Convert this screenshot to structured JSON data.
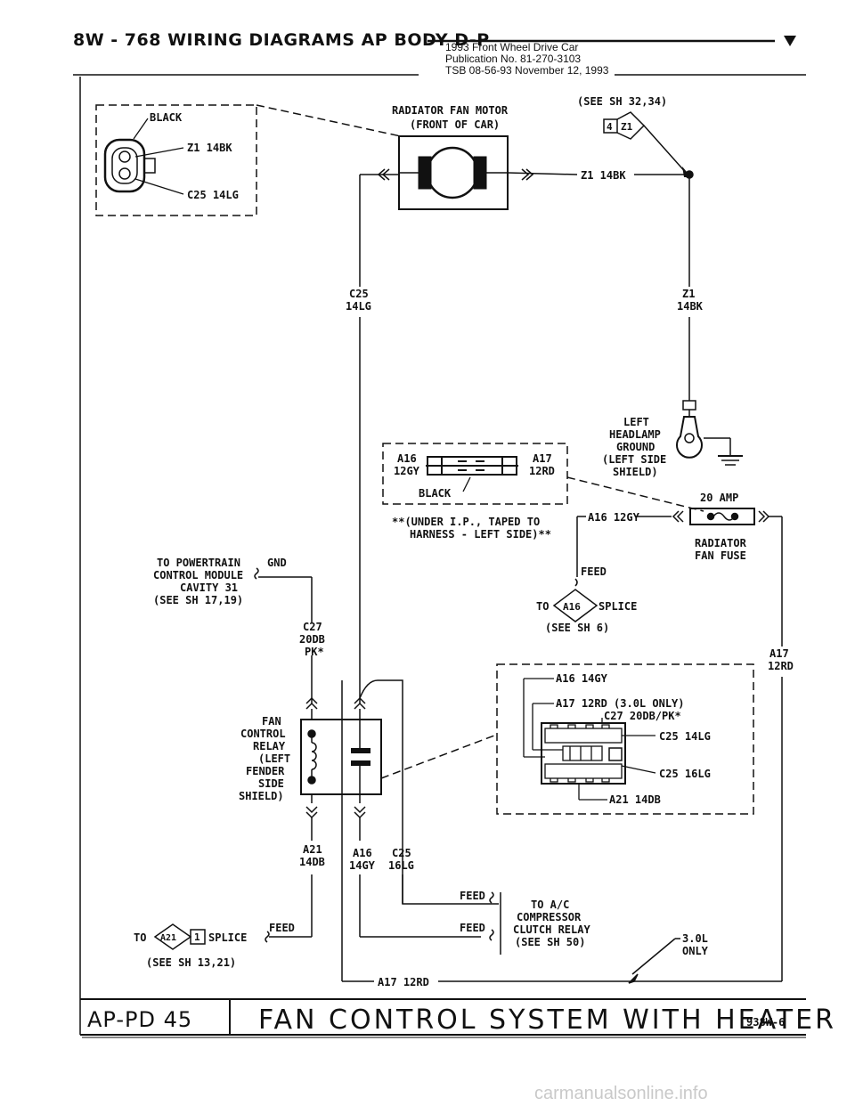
{
  "header": {
    "title": "8W - 768   WIRING DIAGRAMS AP BODY D-P",
    "pub_line1": "1993 Front Wheel Drive Car",
    "pub_line2": "Publication No. 81-270-3103",
    "pub_line3": "TSB 08-56-93      November 12, 1993"
  },
  "labels": {
    "black_conn": "BLACK",
    "conn_z1": "Z1 14BK",
    "conn_c25": "C25 14LG",
    "motor_l1": "RADIATOR FAN MOTOR",
    "motor_l2": "(FRONT OF CAR)",
    "see_sh_3234": "(SEE SH 32,34)",
    "z1_ref": "4",
    "z1_ref2": "Z1",
    "z1_wire": "Z1 14BK",
    "c25_l1": "C25",
    "c25_l2": "14LG",
    "z1_l1": "Z1",
    "z1_l2": "14BK",
    "gnd_l1": "LEFT",
    "gnd_l2": "HEADLAMP",
    "gnd_l3": "GROUND",
    "gnd_l4": "(LEFT SIDE",
    "gnd_l5": "SHIELD)",
    "a16_l1": "A16",
    "a16_l2": "12GY",
    "a17_l1": "A17",
    "a17_l2": "12RD",
    "black_conn2": "BLACK",
    "under_ip_l1": "**(UNDER I.P., TAPED TO",
    "under_ip_l2": "HARNESS - LEFT SIDE)**",
    "amp20": "20 AMP",
    "a16_12gy": "A16 12GY",
    "fuse_l1": "RADIATOR",
    "fuse_l2": "FAN FUSE",
    "feed": "FEED",
    "to": "TO",
    "a16_splice_ref": "A16",
    "splice": "SPLICE",
    "see_sh6": "(SEE SH 6)",
    "pcm_l1": "TO POWERTRAIN",
    "pcm_l2": "CONTROL MODULE",
    "pcm_l3": "CAVITY 31",
    "pcm_l4": "(SEE SH 17,19)",
    "gnd": "GND",
    "c27_l1": "C27",
    "c27_l2": "20DB",
    "c27_l3": "PK*",
    "a17_r_l1": "A17",
    "a17_r_l2": "12RD",
    "relay_l1": "FAN",
    "relay_l2": "CONTROL",
    "relay_l3": "RELAY",
    "relay_l4": "(LEFT",
    "relay_l5": "FENDER",
    "relay_l6": "SIDE",
    "relay_l7": "SHIELD)",
    "rc_a16": "A16 14GY",
    "rc_a17": "A17 12RD (3.0L ONLY)",
    "rc_c27": "C27 20DB/PK*",
    "rc_c25a": "C25 14LG",
    "rc_c25b": "C25 16LG",
    "rc_a21": "A21 14DB",
    "a21_l1": "A21",
    "a21_l2": "14DB",
    "a16b_l1": "A16",
    "a16b_l2": "14GY",
    "c25b_l1": "C25",
    "c25b_l2": "16LG",
    "feed2": "FEED",
    "feed3": "FEED",
    "ac_l1": "TO A/C",
    "ac_l2": "COMPRESSOR",
    "ac_l3": "CLUTCH RELAY",
    "ac_l4": "(SEE SH 50)",
    "to2": "TO",
    "a21_ref": "A21",
    "a21_ref2": "1",
    "splice2": "SPLICE",
    "feed4": "FEED",
    "see_sh1321": "(SEE SH 13,21)",
    "l30_1": "3.0L",
    "l30_2": "ONLY",
    "a17_bottom": "A17 12RD"
  },
  "footer": {
    "code": "AP-PD 45",
    "title": "FAN CONTROL SYSTEM WITH HEATER",
    "ref": "938W-6"
  },
  "watermark": "carmanualsonline.info"
}
